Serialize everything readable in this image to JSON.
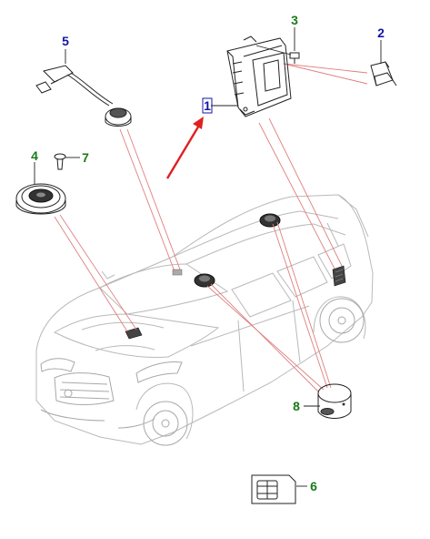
{
  "callouts": [
    {
      "number": "1",
      "color": "#1515a8"
    },
    {
      "number": "2",
      "color": "#1515a8"
    },
    {
      "number": "3",
      "color": "#1a7a1a"
    },
    {
      "number": "4",
      "color": "#1a7a1a"
    },
    {
      "number": "5",
      "color": "#1515a8"
    },
    {
      "number": "6",
      "color": "#1a7a1a"
    },
    {
      "number": "7",
      "color": "#1a7a1a"
    },
    {
      "number": "8",
      "color": "#1a7a1a"
    }
  ],
  "highlight_arrow_color": "#e02020",
  "leader_line_color": "#e07f7f"
}
